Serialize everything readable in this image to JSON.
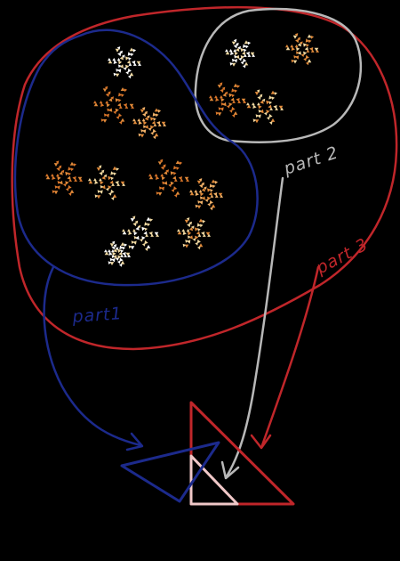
{
  "labels": {
    "part1": "part1",
    "part2": "part 2",
    "part3": "part 3"
  },
  "colors": {
    "background": "#000000",
    "part1_stroke": "#1c2a8c",
    "part2_stroke": "#b0b0b0",
    "part3_stroke": "#c0262a",
    "fractal_orange": "#e08a3a",
    "fractal_light": "#f0d8a0",
    "fractal_white": "#ffffff"
  }
}
